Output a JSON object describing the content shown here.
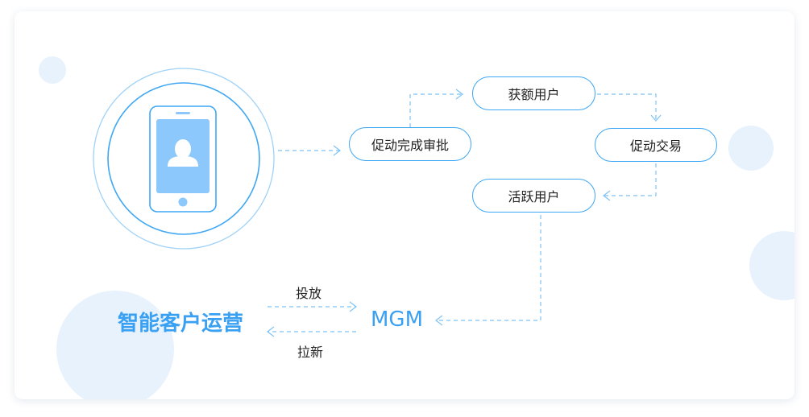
{
  "flow_nodes": {
    "approval": "促动完成审批",
    "quota_users": "获额用户",
    "transaction": "促动交易",
    "active_users": "活跃用户"
  },
  "bottom": {
    "operation_title": "智能客户运营",
    "mgm_label": "MGM",
    "deliver_label": "投放",
    "acquire_label": "拉新"
  },
  "colors": {
    "accent": "#3fa7f3",
    "title_blue": "#3aa0f2",
    "phone_screen": "#8cc8fb",
    "deco_circle": "#e8f2fd"
  },
  "icons": [
    "phone-icon",
    "user-avatar-icon"
  ]
}
